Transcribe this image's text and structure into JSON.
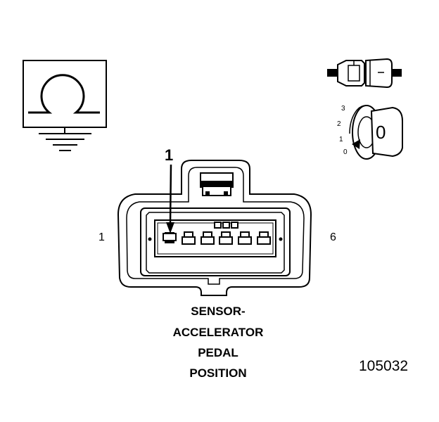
{
  "connector": {
    "callout": "1",
    "pin_left": "1",
    "pin_right": "6",
    "title_lines": [
      "SENSOR-",
      "ACCELERATOR",
      "PEDAL",
      "POSITION"
    ]
  },
  "figure_number": "105032",
  "key_switch": {
    "positions": [
      "3",
      "2",
      "1",
      "0"
    ],
    "key_label": "0"
  },
  "icons": {
    "ground_symbol": "omega-ground-icon",
    "inline_connector": "inline-connector-icon",
    "ignition_key": "ignition-key-icon"
  }
}
